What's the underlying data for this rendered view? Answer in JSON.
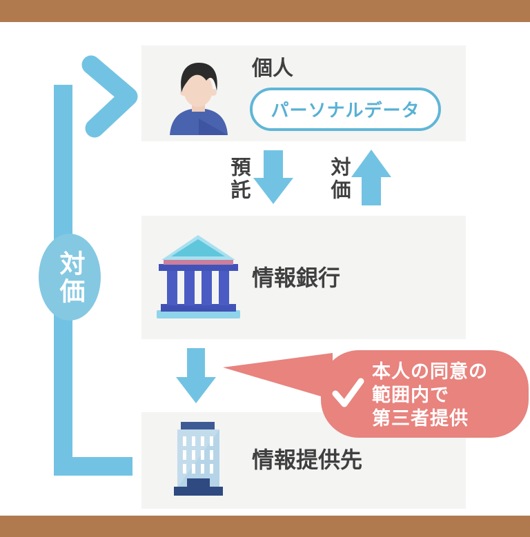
{
  "diagram": {
    "individual": {
      "title": "個人",
      "data_tag": "パーソナルデータ",
      "icon": "person-icon"
    },
    "deposit_arrow_label": "預託",
    "compensation_arrow_label": "対価",
    "info_bank": {
      "title": "情報銀行",
      "icon": "bank-icon"
    },
    "third_party_bubble": {
      "icon": "checkmark-icon",
      "lines": [
        "本人の同意の",
        "範囲内で",
        "第三者提供"
      ]
    },
    "info_recipient": {
      "title": "情報提供先",
      "icon": "office-building-icon"
    },
    "loop_arrow_label": "対価"
  },
  "colors": {
    "frame_brown": "#b1794e",
    "arrow_blue": "#72c3e3",
    "loop_badge_blue": "#85c8e2",
    "card_gray": "#f4f4f3",
    "bubble_salmon": "#e8837e",
    "pill_border_blue": "#5fb6d6",
    "pill_text_blue": "#58b0d4",
    "title_dark": "#3f3f3f"
  }
}
